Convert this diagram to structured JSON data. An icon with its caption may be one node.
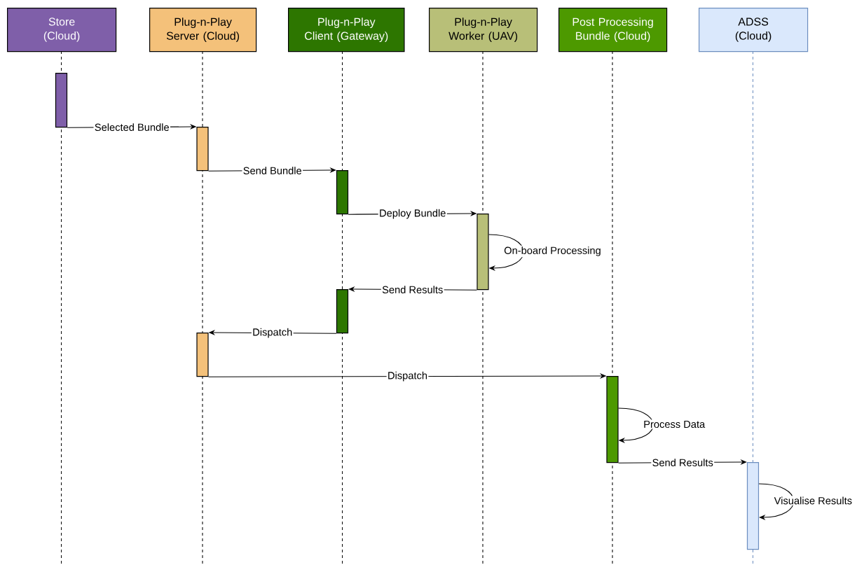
{
  "diagram": {
    "nodes": [
      {
        "text": [
          "Store (Cloud)"
        ]
      },
      {
        "text": [
          "Plug-n-Play Server (Cloud)"
        ]
      },
      {
        "text": [
          "Plug-n-Play Client (Gateway)"
        ]
      },
      {
        "text": [
          "Plug-n-Play Worker (UAV)"
        ]
      },
      {
        "text": [
          "Post Processing Bundle (Cloud)"
        ]
      },
      {
        "text": [
          "ADSS (Cloud)"
        ]
      },
      {
        "text": [],
        "shape": "bar"
      },
      {
        "text": [],
        "shape": "bar"
      },
      {
        "text": [],
        "shape": "bar"
      },
      {
        "text": [],
        "shape": "bar"
      },
      {
        "text": [],
        "shape": "bar"
      },
      {
        "text": [],
        "shape": "bar"
      },
      {
        "text": [],
        "shape": "bar"
      },
      {
        "text": [],
        "shape": "bar"
      }
    ],
    "edges": [
      {
        "from": 6,
        "to": 7,
        "arrow": "to",
        "label": "Selected Bundle"
      },
      {
        "from": 7,
        "to": 8,
        "arrow": "to",
        "label": "Send Bundle"
      },
      {
        "from": 8,
        "to": 9,
        "arrow": "to",
        "label": "Deploy Bundle"
      },
      {
        "from": 9,
        "to": 9,
        "arrow": "to",
        "label": "On-board Processing"
      },
      {
        "from": 9,
        "to": 10,
        "arrow": "to",
        "label": "Send Results"
      },
      {
        "from": 10,
        "to": 11,
        "arrow": "to",
        "label": "Dispatch"
      },
      {
        "from": 11,
        "to": 12,
        "arrow": "to",
        "label": "Dispatch"
      },
      {
        "from": 12,
        "to": 12,
        "arrow": "to",
        "label": "Process Data"
      },
      {
        "from": 12,
        "to": 13,
        "arrow": "to",
        "label": "Send Results"
      },
      {
        "from": 13,
        "to": 13,
        "arrow": "to",
        "label": "Visualise Results"
      }
    ]
  }
}
